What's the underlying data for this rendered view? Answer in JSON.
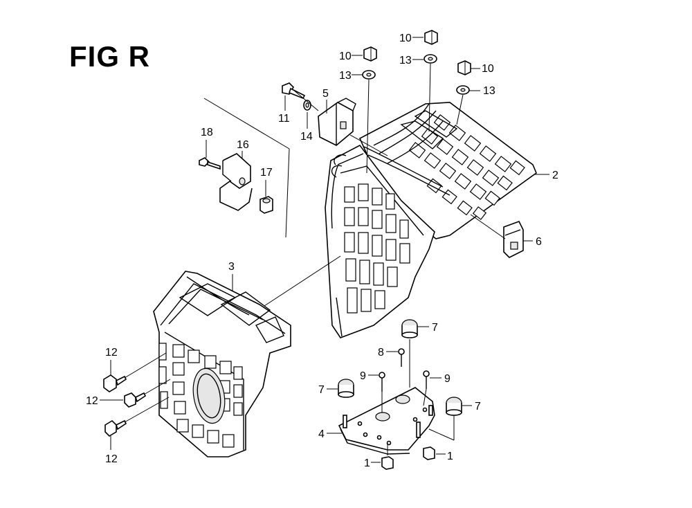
{
  "figure": {
    "title": "FIG R"
  },
  "callouts": [
    {
      "id": "c10a",
      "text": "10"
    },
    {
      "id": "c13a",
      "text": "13"
    },
    {
      "id": "c10b",
      "text": "10"
    },
    {
      "id": "c13b",
      "text": "13"
    },
    {
      "id": "c10c",
      "text": "10"
    },
    {
      "id": "c13c",
      "text": "13"
    },
    {
      "id": "c5",
      "text": "5"
    },
    {
      "id": "c11",
      "text": "11"
    },
    {
      "id": "c14",
      "text": "14"
    },
    {
      "id": "c18",
      "text": "18"
    },
    {
      "id": "c16",
      "text": "16"
    },
    {
      "id": "c17",
      "text": "17"
    },
    {
      "id": "c2",
      "text": "2"
    },
    {
      "id": "c6",
      "text": "6"
    },
    {
      "id": "c3",
      "text": "3"
    },
    {
      "id": "c7a",
      "text": "7"
    },
    {
      "id": "c8",
      "text": "8"
    },
    {
      "id": "c9a",
      "text": "9"
    },
    {
      "id": "c9b",
      "text": "9"
    },
    {
      "id": "c7b",
      "text": "7"
    },
    {
      "id": "c7c",
      "text": "7"
    },
    {
      "id": "c4",
      "text": "4"
    },
    {
      "id": "c1a",
      "text": "1"
    },
    {
      "id": "c1b",
      "text": "1"
    },
    {
      "id": "c12a",
      "text": "12"
    },
    {
      "id": "c12b",
      "text": "12"
    },
    {
      "id": "c12c",
      "text": "12"
    }
  ]
}
